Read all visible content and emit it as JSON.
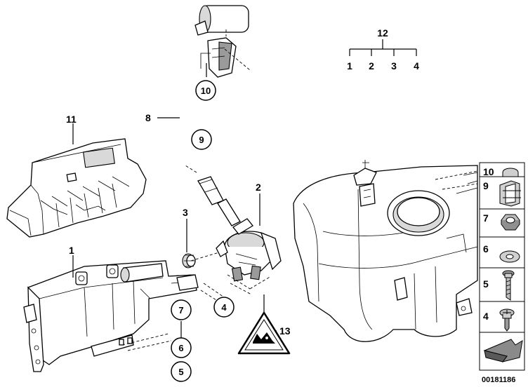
{
  "callouts": {
    "c1": "1",
    "c2": "2",
    "c3": "3",
    "c4": "4",
    "c5": "5",
    "c6": "6",
    "c7": "7",
    "c8": "8",
    "c9": "9",
    "c10": "10",
    "c11": "11",
    "c13": "13"
  },
  "circled": {
    "c10": "10",
    "c9": "9",
    "c4": "4",
    "c7": "7",
    "c6": "6",
    "c5": "5"
  },
  "tree": {
    "root": "12",
    "children": [
      "1",
      "2",
      "3",
      "4"
    ]
  },
  "legend": [
    "10",
    "9",
    "7",
    "6",
    "5",
    "4"
  ],
  "image_number": "00181186"
}
